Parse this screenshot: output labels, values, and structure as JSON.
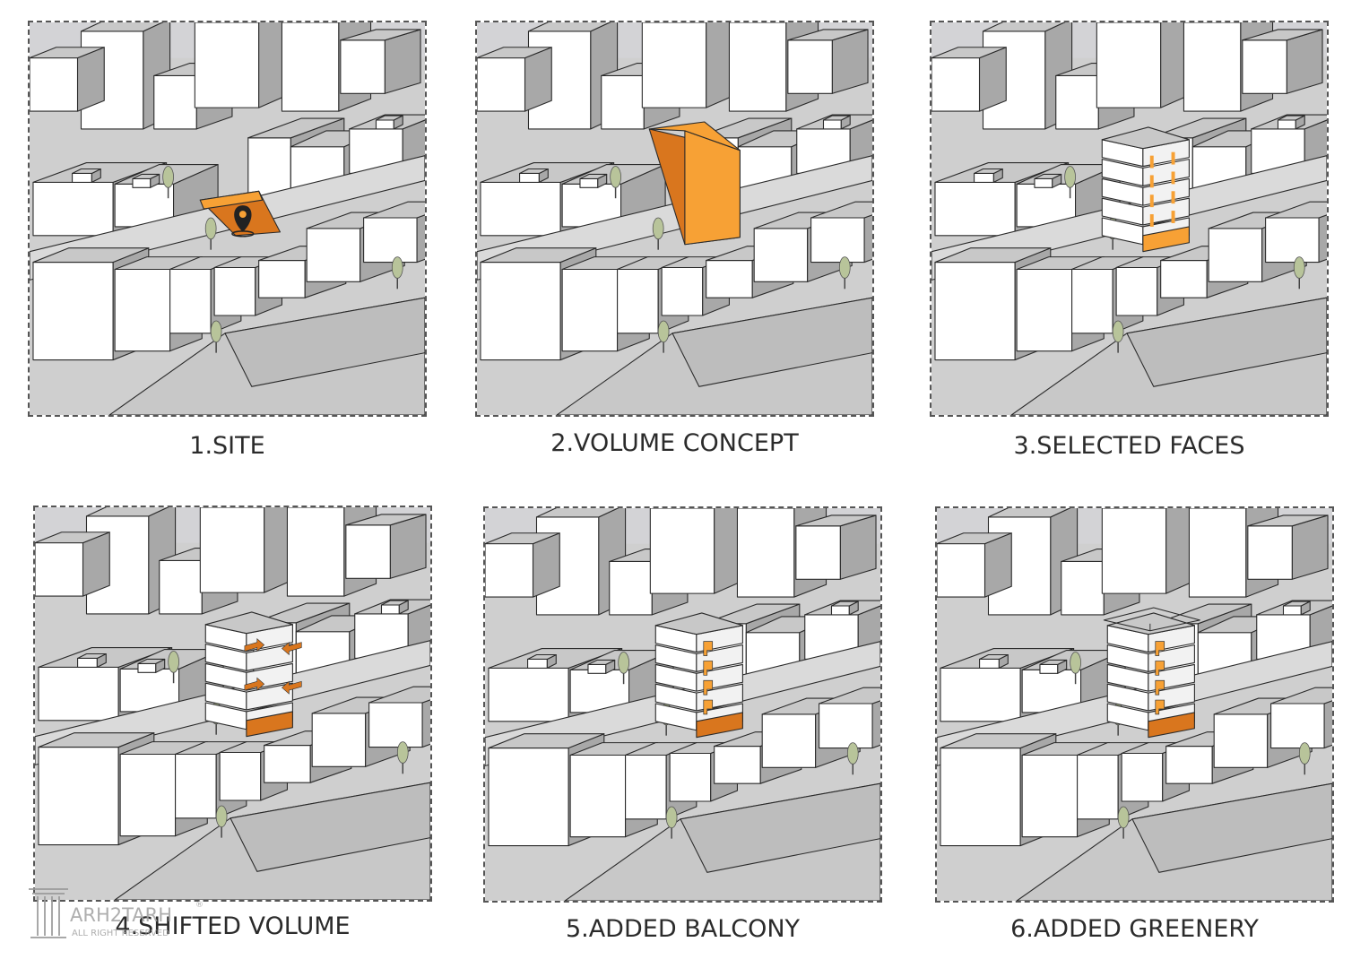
{
  "diagram": {
    "panels": [
      {
        "id": "site",
        "label": "1.SITE"
      },
      {
        "id": "volume-concept",
        "label": "2.VOLUME CONCEPT"
      },
      {
        "id": "selected-faces",
        "label": "3.SELECTED FACES"
      },
      {
        "id": "shifted-volume",
        "label": "4.SHIFTED VOLUME"
      },
      {
        "id": "added-balcony",
        "label": "5.ADDED BALCONY"
      },
      {
        "id": "added-greenery",
        "label": "6.ADDED GREENERY"
      }
    ],
    "watermark": {
      "brand": "ARH2TARH",
      "tagline": "ALL RIGHT RESERVED",
      "mark": "®"
    }
  },
  "colors": {
    "accent_orange": "#f7a135",
    "accent_orange_dark": "#d9761e",
    "building_top": "#c8c8c8",
    "building_light": "#ffffff",
    "building_shade": "#a8a8a8",
    "ground": "#cfcfcf",
    "sky": "#d3d3d6",
    "tree": "#b8c49a"
  }
}
